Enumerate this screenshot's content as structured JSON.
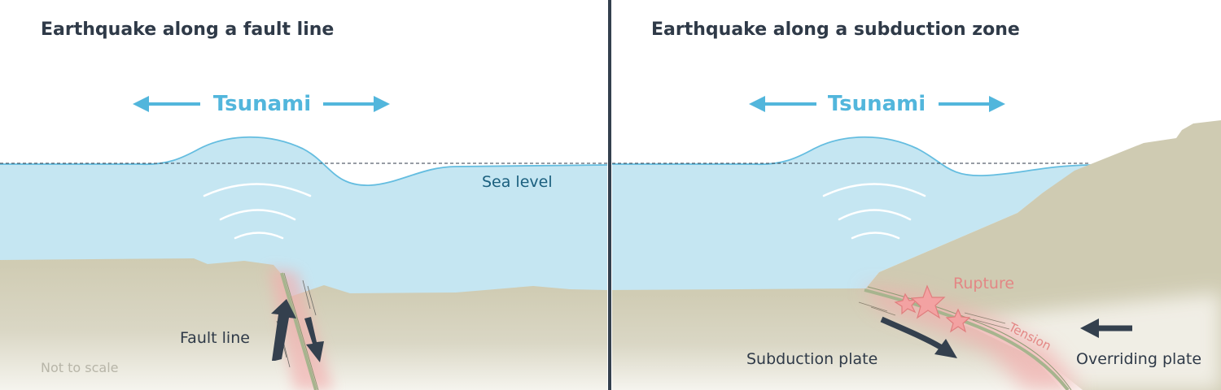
{
  "left_panel": {
    "title": "Earthquake along a fault line",
    "tsunami_label": "Tsunami",
    "sea_level_label": "Sea level",
    "fault_line_label": "Fault line",
    "scale_note": "Not to scale"
  },
  "right_panel": {
    "title": "Earthquake along a subduction zone",
    "tsunami_label": "Tsunami",
    "rupture_label": "Rupture",
    "tension_label": "Tension",
    "subduction_plate_label": "Subduction plate",
    "overriding_plate_label": "Overriding plate"
  },
  "colors": {
    "water": "#c5e6f2",
    "wave_outline": "#64bde0",
    "arrow_blue": "#52b6dc",
    "ground": "#cfcbb2",
    "ground_fade": "#f3f1ea",
    "stress_pink": "#f4b3b3",
    "plate_arrow": "#34404e",
    "divider": "#34404e",
    "fault_green": "#a7b48e"
  }
}
